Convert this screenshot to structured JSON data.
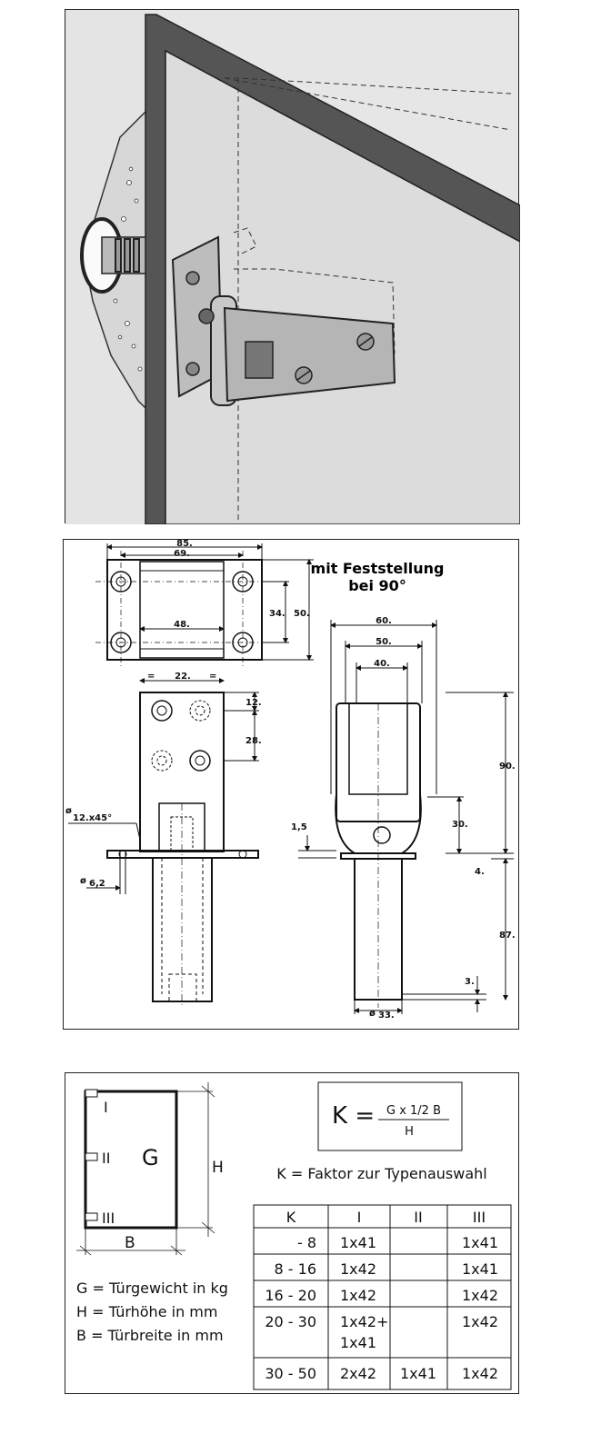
{
  "drawing": {
    "title_line1": "mit  Feststellung",
    "title_line2": "bei 90°",
    "dims": {
      "w85": "85.",
      "w69": "69.",
      "w48": "48.",
      "h34": "34.",
      "h50": "50.",
      "eq": "=",
      "w22": "22.",
      "h12": "12.",
      "h28": "28.",
      "chamfer_prefix": "ø",
      "chamfer": "12.x45°",
      "d62_prefix": "ø",
      "d62": "6,2",
      "h15": "1,5",
      "w60": "60.",
      "w50": "50.",
      "w40": "40.",
      "h90": "90.",
      "h30": "30.",
      "h4": "4.",
      "h87": "87.",
      "h3": "3.",
      "d33_prefix": "ø",
      "d33": "33."
    }
  },
  "legend": {
    "label_I": "I",
    "label_II": "II",
    "label_III": "III",
    "label_G": "G",
    "label_H": "H",
    "label_B": "B",
    "line_G": "G = Türgewicht in kg",
    "line_H": "H = Türhöhe in mm",
    "line_B": "B = Türbreite in mm"
  },
  "formula": {
    "lhs": "K =",
    "numerator": "G x  1/2 B",
    "denominator": "H",
    "caption": "K = Faktor zur Typenauswahl"
  },
  "table": {
    "headers": [
      "K",
      "I",
      "II",
      "III"
    ],
    "rows": [
      [
        "- 8",
        "1x41",
        "",
        "1x41"
      ],
      [
        "8 - 16",
        "1x42",
        "",
        "1x41"
      ],
      [
        "16 - 20",
        "1x42",
        "",
        "1x42"
      ],
      [
        "20 - 30",
        "1x42+",
        "",
        "1x42"
      ],
      [
        "",
        "1x41",
        "",
        ""
      ],
      [
        "30 - 50",
        "2x42",
        "1x41",
        "1x42"
      ]
    ]
  }
}
